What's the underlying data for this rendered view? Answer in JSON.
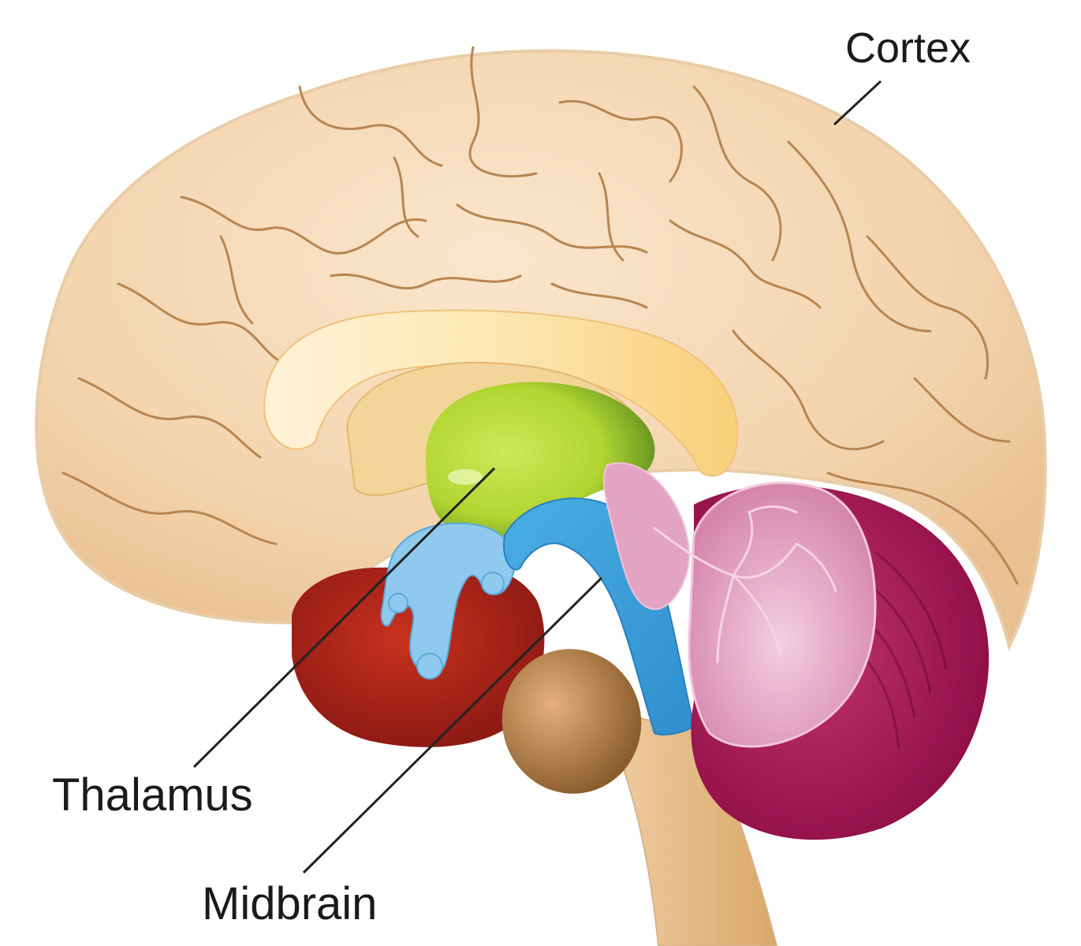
{
  "diagram": {
    "type": "anatomical-illustration",
    "subject": "brain-sagittal-section",
    "labels": {
      "cortex": "Cortex",
      "thalamus": "Thalamus",
      "midbrain": "Midbrain"
    },
    "regions": [
      {
        "name": "cortex",
        "color": "#f2d3ae"
      },
      {
        "name": "corpus-callosum",
        "color": "#fbd890"
      },
      {
        "name": "thalamus",
        "color": "#b6d93a"
      },
      {
        "name": "midbrain",
        "color": "#3f9fd8"
      },
      {
        "name": "hypothalamus",
        "color": "#86c6ec"
      },
      {
        "name": "pituitary-area",
        "color": "#b3251e"
      },
      {
        "name": "pons",
        "color": "#c68f4a"
      },
      {
        "name": "cerebellum-outer",
        "color": "#9a0f4e"
      },
      {
        "name": "cerebellum-inner",
        "color": "#e2a2c0"
      },
      {
        "name": "brainstem",
        "color": "#e4b985"
      }
    ],
    "leader_line_color": "#222222"
  }
}
